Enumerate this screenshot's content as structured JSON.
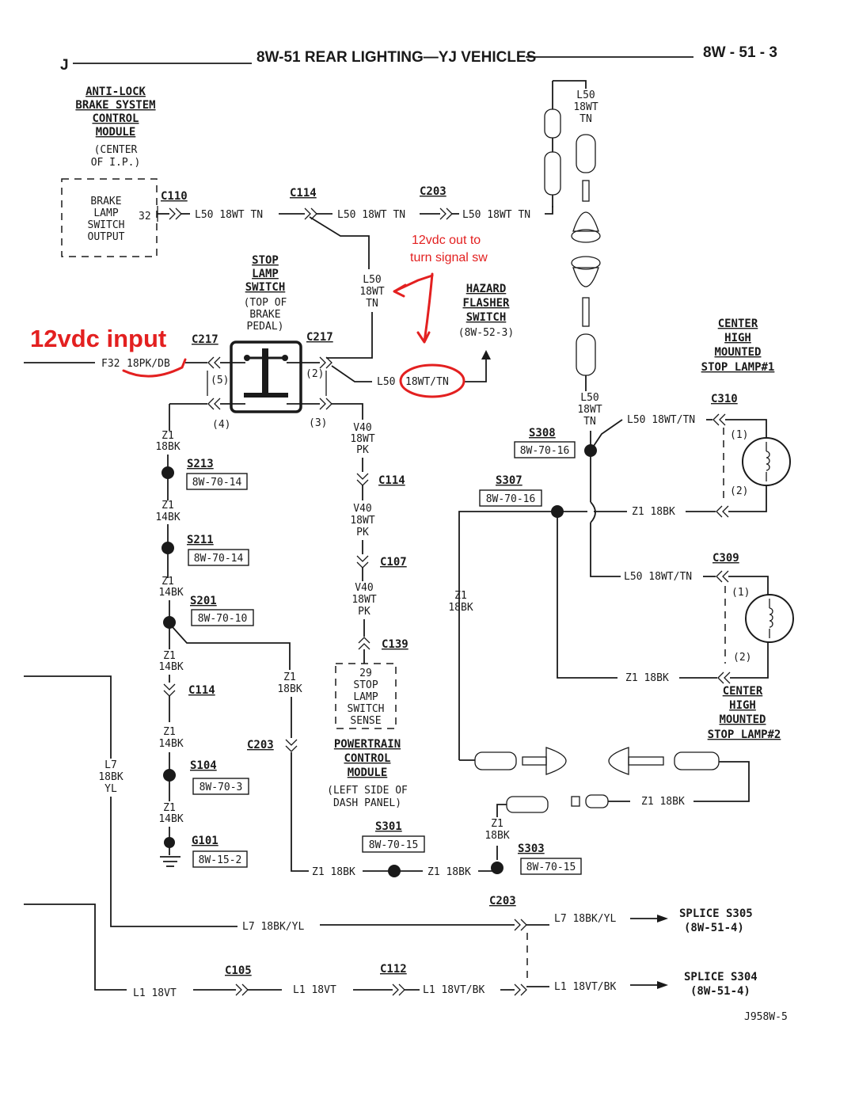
{
  "header": {
    "left": "J",
    "title": "8W-51 REAR LIGHTING—YJ VEHICLES",
    "page": "8W - 51 - 3"
  },
  "abs_module": {
    "lines": [
      "ANTI-LOCK",
      "BRAKE SYSTEM",
      "CONTROL",
      "MODULE"
    ],
    "loc": [
      "(CENTER",
      "OF I.P.)"
    ],
    "pin_lines": [
      "BRAKE",
      "LAMP",
      "SWITCH",
      "OUTPUT"
    ],
    "pin": "32"
  },
  "stop_lamp_switch": {
    "lines": [
      "STOP",
      "LAMP",
      "SWITCH"
    ],
    "loc": [
      "(TOP OF",
      "BRAKE",
      "PEDAL)"
    ],
    "pins": [
      "(5)",
      "(2)",
      "(4)",
      "(3)"
    ]
  },
  "hazard": {
    "lines": [
      "HAZARD",
      "FLASHER",
      "SWITCH"
    ],
    "ref": "(8W-52-3)"
  },
  "pcm": {
    "pin_lines": [
      "29",
      "STOP",
      "LAMP",
      "SWITCH",
      "SENSE"
    ],
    "lines": [
      "POWERTRAIN",
      "CONTROL",
      "MODULE"
    ],
    "loc": [
      "(LEFT SIDE OF",
      "DASH PANEL)"
    ]
  },
  "chmsl1": {
    "lines": [
      "CENTER",
      "HIGH",
      "MOUNTED",
      "STOP LAMP#1"
    ]
  },
  "chmsl2": {
    "lines": [
      "CENTER",
      "HIGH",
      "MOUNTED",
      "STOP LAMP#2"
    ]
  },
  "connectors": {
    "c110": "C110",
    "c114": "C114",
    "c203": "C203",
    "c217": "C217",
    "c107": "C107",
    "c139": "C139",
    "c310": "C310",
    "c309": "C309",
    "c105": "C105",
    "c112": "C112"
  },
  "splices": {
    "s213": "S213",
    "s211": "S211",
    "s201": "S201",
    "s104": "S104",
    "g101": "G101",
    "s301": "S301",
    "s303": "S303",
    "s308": "S308",
    "s307": "S307"
  },
  "refs": {
    "s213": "8W-70-14",
    "s211": "8W-70-14",
    "s201": "8W-70-10",
    "s104": "8W-70-3",
    "g101": "8W-15-2",
    "s301": "8W-70-15",
    "s303": "8W-70-15",
    "s308": "8W-70-16",
    "s307": "8W-70-16"
  },
  "wires": {
    "l50_full": "L50 18WT TN",
    "l50_v": [
      "L50",
      "18WT",
      "TN"
    ],
    "l50_tn": "L50 18WT/TN",
    "f32_a": "F32",
    "f32_b": "18PK/DB",
    "l50_sw_a": "L50",
    "l50_sw_b": "18WT/TN",
    "v40": [
      "V40",
      "18WT",
      "PK"
    ],
    "z1_18": [
      "Z1",
      "18BK"
    ],
    "z1_14": [
      "Z1",
      "14BK"
    ],
    "z1_h": "Z1 18BK",
    "z1_bk": "Z1 18BK",
    "l7": [
      "L7",
      "18BK",
      "YL"
    ],
    "l7_h": "L7 18BK/YL",
    "l1": "L1 18VT",
    "l1_bk": "L1 18VT/BK",
    "pins": [
      "(1)",
      "(2)"
    ]
  },
  "splice_out": {
    "s305": [
      "SPLICE S305",
      "(8W-51-4)"
    ],
    "s304": [
      "SPLICE S304",
      "(8W-51-4)"
    ]
  },
  "figure_id": "J958W-5",
  "annotations": {
    "input": "12vdc input",
    "out": [
      "12vdc out to",
      "turn signal sw"
    ]
  },
  "colors": {
    "ink": "#1a1a1a",
    "annotation": "#e32020"
  }
}
